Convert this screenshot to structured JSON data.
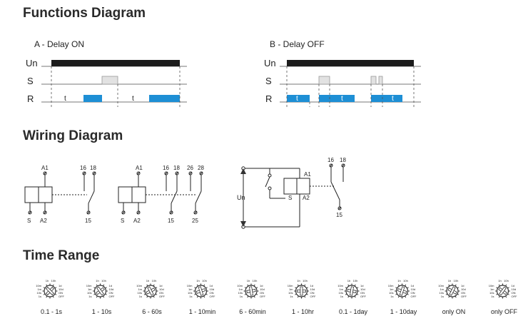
{
  "titles": {
    "functions": "Functions Diagram",
    "wiring": "Wiring Diagram",
    "time_range": "Time Range"
  },
  "functions": {
    "a_title": "A - Delay ON",
    "b_title": "B - Delay OFF",
    "row_labels": [
      "Un",
      "S",
      "R"
    ],
    "t_label": "t"
  },
  "wiring": {
    "d1": {
      "top": [
        "A1",
        "16",
        "18"
      ],
      "bottom": [
        "S",
        "A2",
        "15"
      ]
    },
    "d2": {
      "top": [
        "A1",
        "16",
        "18",
        "26",
        "28"
      ],
      "bottom": [
        "S",
        "A2",
        "15",
        "25"
      ]
    },
    "d3": {
      "un": "Un",
      "coil": [
        "A1",
        "A2",
        "S"
      ],
      "top": [
        "16",
        "18"
      ],
      "bottom": [
        "15"
      ]
    }
  },
  "dial": {
    "top_labels": [
      "1h",
      "10h"
    ],
    "left_labels": [
      "10m",
      "1m",
      "10s",
      "1s"
    ],
    "right_labels": [
      "1d",
      "10d",
      "ON",
      "OFF"
    ]
  },
  "time_ranges": [
    "0.1 - 1s",
    "1 - 10s",
    "6 - 60s",
    "1 - 10min",
    "6 - 60min",
    "1 - 10hr",
    "0.1 - 1day",
    "1 - 10day",
    "only ON",
    "only OFF"
  ],
  "colors": {
    "relay_on": "#1e8fd5",
    "supply": "#1c1c1c",
    "pulse": "#e2e2e2"
  }
}
